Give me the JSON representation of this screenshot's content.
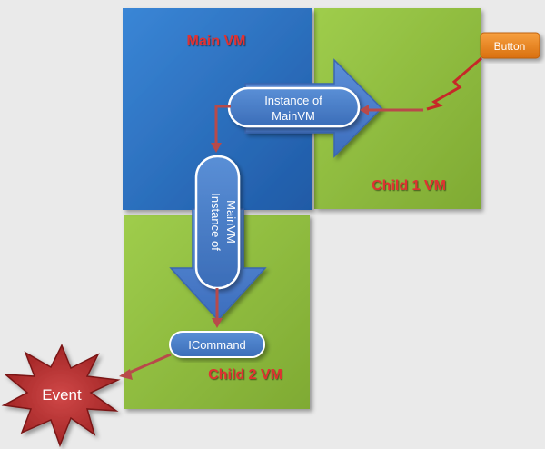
{
  "diagram": {
    "main_vm": {
      "label": "Main VM",
      "color": "#2e6fc0"
    },
    "child1_vm": {
      "label": "Child 1 VM",
      "color": "#8fbc3c"
    },
    "child2_vm": {
      "label": "Child 2 VM",
      "color": "#8fbc3c"
    },
    "pill_horizontal": {
      "line1": "Instance of",
      "line2": "MainVM"
    },
    "pill_vertical": {
      "line1": "Instance of",
      "line2": "MainVM"
    },
    "icommand": {
      "label": "ICommand"
    },
    "button": {
      "label": "Button",
      "color": "#e8841c"
    },
    "event": {
      "label": "Event",
      "color": "#b32a2a"
    },
    "label_color": "#e03030",
    "connector_color": "#b84a4a",
    "arrow_color": "#4a78c4"
  }
}
